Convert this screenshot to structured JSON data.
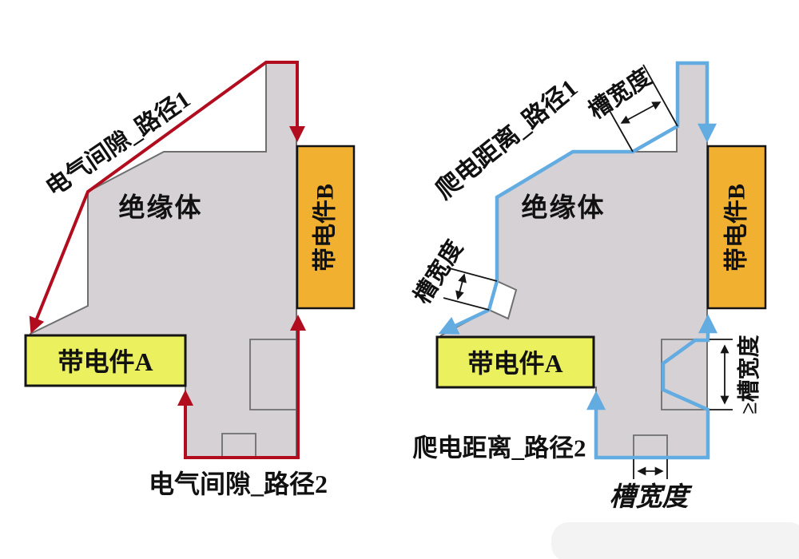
{
  "colors": {
    "clearance-path": "#b20d1f",
    "creepage-path": "#63ace2",
    "insulator-fill": "#d5d1d4",
    "insulator-outline": "#6f6f6f",
    "live-part-a-fill": "#ebf05e",
    "live-part-b-fill": "#f1b030",
    "box-border": "#141414",
    "dimension-line": "#151515",
    "text": "#111111"
  },
  "left": {
    "insulator": "绝缘体",
    "live_part_a": "带电件A",
    "live_part_b": "带电件B",
    "path1": "电气间隙_路径1",
    "path2": "电气间隙_路径2"
  },
  "right": {
    "insulator": "绝缘体",
    "live_part_a": "带电件A",
    "live_part_b": "带电件B",
    "path1": "爬电距离_路径1",
    "path2": "爬电距离_路径2",
    "slot_width_top": "槽宽度",
    "slot_width_side": "槽宽度",
    "slot_width_bottom": "槽宽度",
    "slot_width_min": "≥槽宽度"
  }
}
